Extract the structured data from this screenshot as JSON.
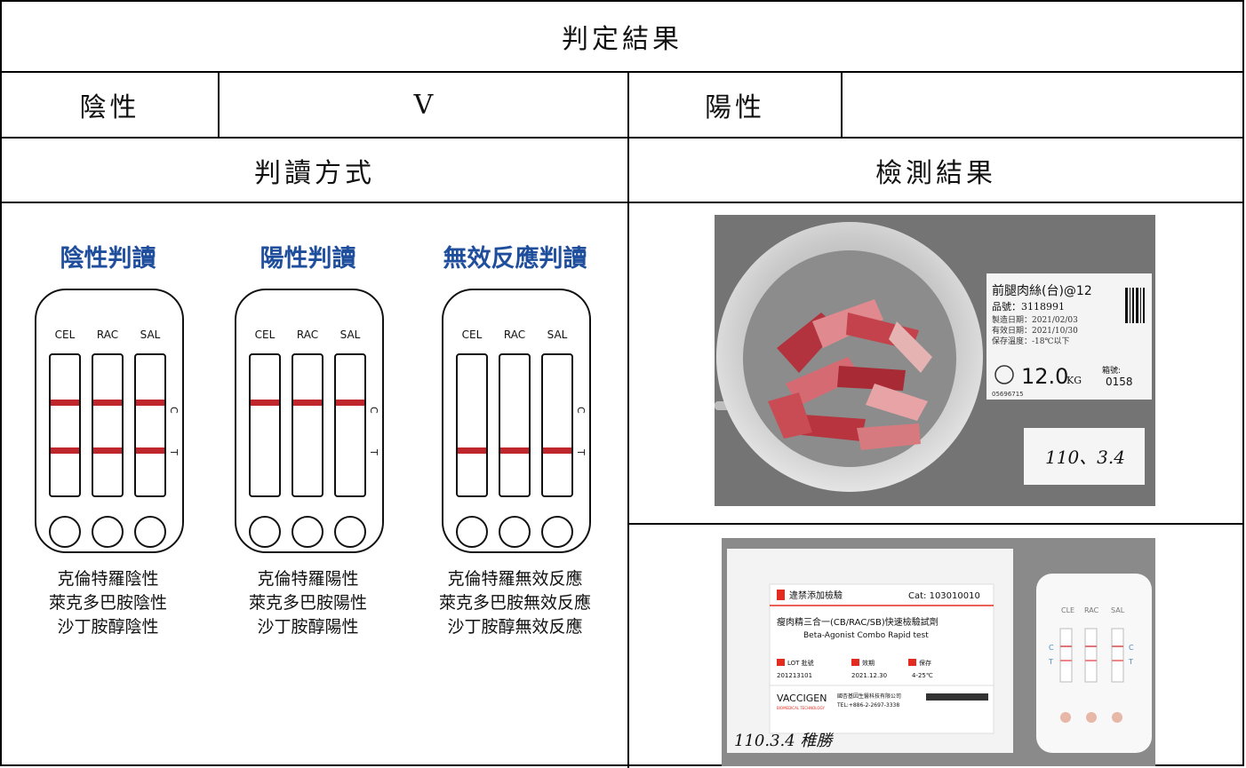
{
  "header": {
    "title": "判定結果"
  },
  "result_row": {
    "negative_label": "陰性",
    "negative_mark": "V",
    "positive_label": "陽性",
    "positive_mark": ""
  },
  "sections": {
    "method_title": "判讀方式",
    "result_title": "檢測結果"
  },
  "legend": {
    "channel_labels": [
      "CEL",
      "RAC",
      "SAL"
    ],
    "band_labels": {
      "control": "C",
      "test": "T"
    },
    "line_color": "#c0272d",
    "title_color": "#1f4e9c",
    "columns": [
      {
        "title": "陰性判讀",
        "captions": [
          "克倫特羅陰性",
          "萊克多巴胺陰性",
          "沙丁胺醇陰性"
        ],
        "control_line": true,
        "test_line": true
      },
      {
        "title": "陽性判讀",
        "captions": [
          "克倫特羅陽性",
          "萊克多巴胺陽性",
          "沙丁胺醇陽性"
        ],
        "control_line": true,
        "test_line": false
      },
      {
        "title": "無效反應判讀",
        "captions": [
          "克倫特羅無效反應",
          "萊克多巴胺無效反應",
          "沙丁胺醇無效反應"
        ],
        "control_line": false,
        "test_line": true
      }
    ]
  },
  "photo_meat": {
    "label_name": "前腿肉絲(台)@12",
    "label_code": "品號：3118991",
    "label_date1": "製造日期：2021/02/03",
    "label_date2": "有效日期：2021/10/30",
    "label_storage": "保存溫度：-18℃以下",
    "label_weight": "12.0",
    "label_weight_unit": "KG",
    "label_box_prefix": "箱號:",
    "label_box": "0158",
    "label_barcode_text": "05696715",
    "note": "110、3.4"
  },
  "photo_kit": {
    "brand_line": "違禁添加檢驗",
    "cat": "Cat: 103010010",
    "product_zh": "瘦肉精三合一(CB/RAC/SB)快速檢驗試劑",
    "product_en": "Beta-Agonist Combo Rapid test",
    "lot_label": "LOT 批號",
    "lot_value": "201213101",
    "exp_label": "效期",
    "exp_value": "2021.12.30",
    "storage_label": "保存",
    "storage_value": "4-25℃",
    "company": "VACCIGEN",
    "company_sub": "BIOMEDICAL TECHNOLOGY",
    "company_zh": "國杏基因生醫科技有限公司",
    "tel": "TEL:+886-2-2697-3338",
    "card_labels": [
      "CLE",
      "RAC",
      "SAL"
    ],
    "note": "110.3.4 稚勝"
  }
}
